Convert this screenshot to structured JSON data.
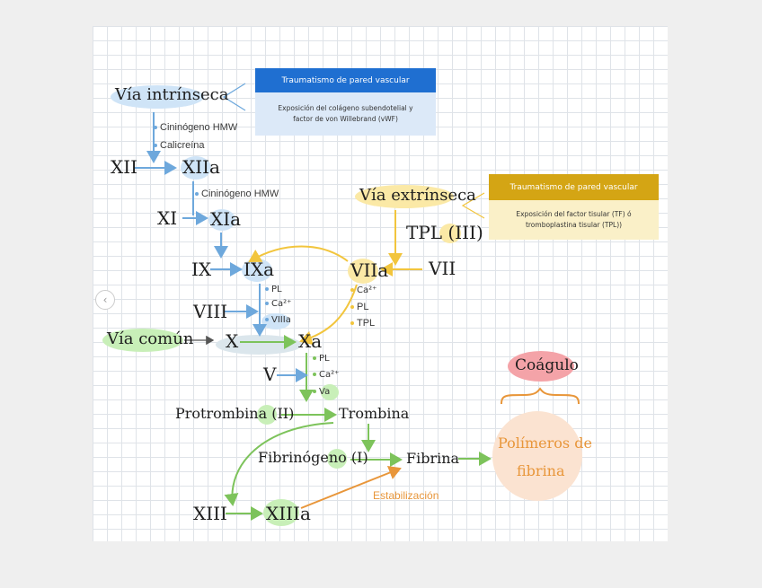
{
  "colors": {
    "blue": "#6ea8dc",
    "blue_highlight": "#cfe4f7",
    "yellow": "#f2c53d",
    "yellow_highlight": "#fbe9a6",
    "green": "#7dc35b",
    "green_highlight": "#c8efb8",
    "orange": "#e8963a",
    "pink": "#f4a3a8",
    "peach": "#fbe3d1",
    "dark_blue_header": "#1f6fd1",
    "light_blue_body": "#dce9f8",
    "gold_header": "#d4a514",
    "light_yellow_body": "#faf0c8"
  },
  "intrinsic": {
    "title": "Vía intrínseca",
    "box_header": "Traumatismo de pared vascular",
    "box_body_1": "Exposición del colágeno subendotelial y",
    "box_body_2": "factor de von Willebrand (vWF)",
    "cofactor_1": "Cininógeno HMW",
    "cofactor_2": "Calicreína",
    "xii": "XII",
    "xiia": "XIIa",
    "cofactor_3": "Cininógeno HMW",
    "xi": "XI",
    "xia": "XIa",
    "ix": "IX",
    "ixa": "IXa",
    "pl": "PL",
    "ca": "Ca²⁺",
    "viiia": "VIIIa",
    "viii": "VIII"
  },
  "extrinsic": {
    "title": "Vía extrínseca",
    "box_header": "Traumatismo de pared vascular",
    "box_body_1": "Exposición del factor tisular (TF) ó",
    "box_body_2": "tromboplastina tisular (TPL))",
    "tpl_iii": "TPL",
    "tpl_iii_roman": "III",
    "vii": "VII",
    "viia": "VIIa",
    "ca": "Ca²⁺",
    "pl": "PL",
    "tpl": "TPL"
  },
  "common": {
    "title": "Vía común",
    "x": "X",
    "xa": "Xa",
    "pl": "PL",
    "ca": "Ca²⁺",
    "va": "Va",
    "v": "V",
    "prothrombin": "Protrombina",
    "prothrombin_roman": "II",
    "thrombin": "Trombina",
    "fibrinogen": "Fibrinógeno",
    "fibrinogen_roman": "I",
    "fibrin": "Fibrina",
    "xiii": "XIII",
    "xiiia": "XIIIa",
    "stabilization": "Estabilización"
  },
  "clot": {
    "title": "Coágulo",
    "polymers_1": "Polímeros de",
    "polymers_2": "fibrina"
  },
  "nav": {
    "prev_arrow": "‹"
  }
}
